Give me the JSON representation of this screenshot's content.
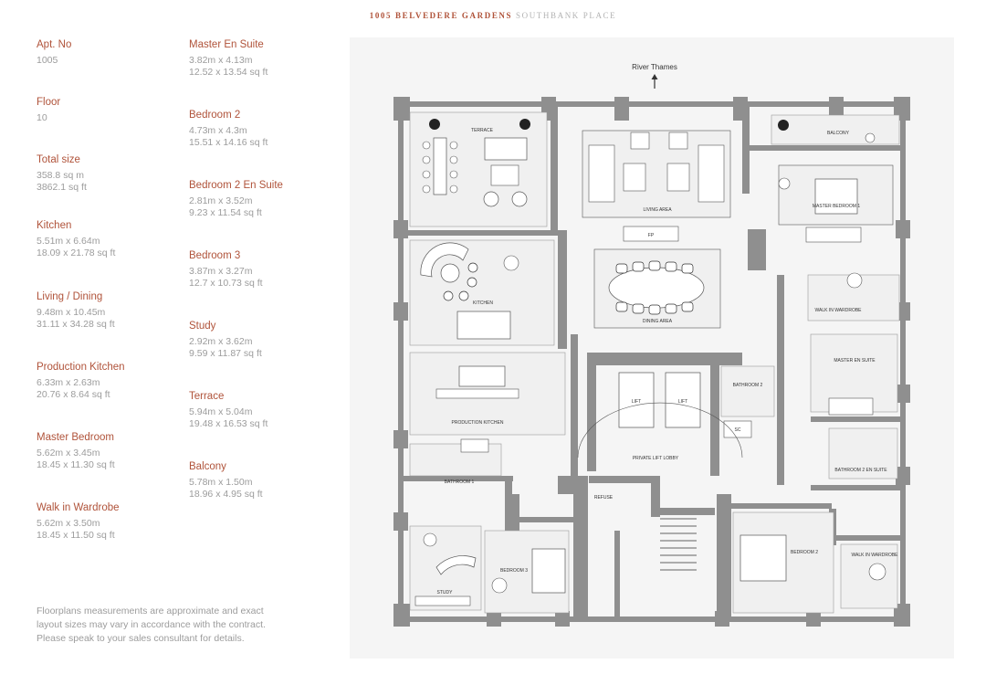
{
  "header": {
    "title_bold": "1005 BELVEDERE GARDENS",
    "title_light": "SOUTHBANK PLACE"
  },
  "specs": [
    {
      "label": "Apt. No",
      "values": [
        "1005"
      ]
    },
    {
      "label": "Floor",
      "values": [
        "10"
      ]
    },
    {
      "label": "Total size",
      "values": [
        "358.8 sq m",
        "3862.1 sq ft"
      ]
    },
    {
      "label": "Kitchen",
      "values": [
        "5.51m x 6.64m",
        "18.09 x 21.78 sq ft"
      ]
    },
    {
      "label": "Living / Dining",
      "values": [
        "9.48m x 10.45m",
        "31.11 x 34.28 sq ft"
      ]
    },
    {
      "label": "Production Kitchen",
      "values": [
        "6.33m x 2.63m",
        "20.76 x 8.64 sq ft"
      ]
    },
    {
      "label": "Master Bedroom",
      "values": [
        "5.62m x 3.45m",
        "18.45 x 11.30 sq ft"
      ]
    },
    {
      "label": "Walk in Wardrobe",
      "values": [
        "5.62m x 3.50m",
        "18.45 x 11.50 sq ft"
      ]
    },
    {
      "label": "Master En Suite",
      "values": [
        "3.82m x 4.13m",
        "12.52 x 13.54 sq ft"
      ]
    },
    {
      "label": "Bedroom 2",
      "values": [
        "4.73m x 4.3m",
        "15.51 x 14.16 sq ft"
      ]
    },
    {
      "label": "Bedroom 2 En Suite",
      "values": [
        "2.81m x 3.52m",
        "9.23 x 11.54 sq ft"
      ]
    },
    {
      "label": "Bedroom 3",
      "values": [
        "3.87m x 3.27m",
        "12.7 x 10.73 sq ft"
      ]
    },
    {
      "label": "Study",
      "values": [
        "2.92m x 3.62m",
        "9.59 x 11.87 sq ft"
      ]
    },
    {
      "label": "Terrace",
      "values": [
        "5.94m x 5.04m",
        "19.48 x 16.53 sq ft"
      ]
    },
    {
      "label": "Balcony",
      "values": [
        "5.78m x 1.50m",
        "18.96 x 4.95 sq ft"
      ]
    }
  ],
  "disclaimer": "Floorplans measurements are approximate and exact layout sizes may vary in accordance with the contract. Please speak to your sales consultant for details.",
  "plan": {
    "north_label": "River Thames",
    "rooms": {
      "terrace": "TERRACE",
      "living": "LIVING AREA",
      "balcony": "BALCONY",
      "master_bed": "MASTER BEDROOM 1",
      "fp": "FP",
      "dining": "DINING AREA",
      "kitchen": "KITCHEN",
      "walk_in_1": "WALK IN WARDROBE",
      "master_ensuite": "MASTER EN SUITE",
      "bathroom2": "BATHROOM 2",
      "lift1": "LIFT",
      "lift2": "LIFT",
      "sc": "SC",
      "prod_kitchen": "PRODUCTION KITCHEN",
      "lobby": "PRIVATE LIFT LOBBY",
      "bathroom1": "BATHROOM 1",
      "refuse": "REFUSE",
      "bed2_ensuite": "BATHROOM 2 EN SUITE",
      "bedroom3": "BEDROOM 3",
      "bedroom2": "BEDROOM 2",
      "walk_in_2": "WALK IN WARDROBE",
      "study": "STUDY"
    }
  },
  "colors": {
    "accent": "#b0533a",
    "muted": "#9c9c9c",
    "wall": "#8f8f8f",
    "panel": "#f5f5f5"
  }
}
